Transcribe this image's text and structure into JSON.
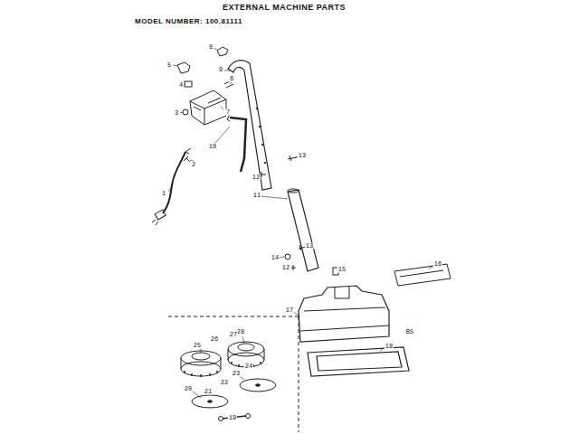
{
  "diagram": {
    "title": "EXTERNAL MACHINE PARTS",
    "labels": [
      "MODEL NUMBER: 100.81111",
      "8",
      "5",
      "9",
      "6",
      "4",
      "3",
      "7",
      "10",
      "2",
      "12",
      "13",
      "1",
      "11",
      "13",
      "14",
      "12",
      "15",
      "16",
      "17",
      "B5",
      "28",
      "27",
      "26",
      "25",
      "18",
      "24",
      "23",
      "22",
      "21",
      "20",
      "19"
    ]
  }
}
